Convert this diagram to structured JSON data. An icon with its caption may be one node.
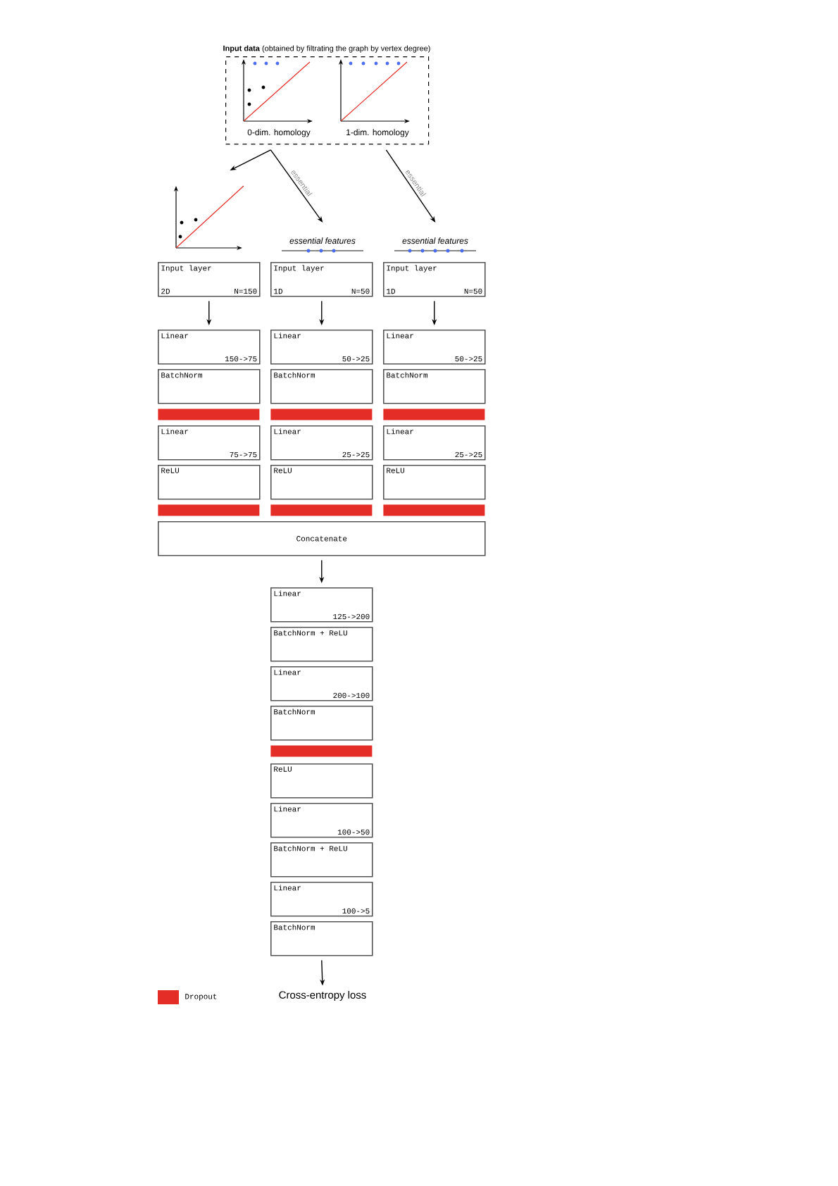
{
  "diagram": {
    "nodes": [
      {
        "text": [
          "**Input data** (obtained by filtrating the graph by vertex degree)"
        ]
      },
      {
        "text": [
          "0-dim. homology"
        ],
        "in": 0
      },
      {
        "text": [
          "1-dim. homology"
        ],
        "in": 0
      },
      {
        "text": [],
        "shape": "picture"
      },
      {
        "text": [
          "essential features"
        ]
      },
      {
        "text": [
          "essential features"
        ]
      },
      {
        "text": [
          "Input layer",
          "2D",
          "N=150"
        ]
      },
      {
        "text": [
          "Input layer",
          "1D",
          "N=50"
        ]
      },
      {
        "text": [
          "Input layer",
          "1D",
          "N=50"
        ]
      },
      {
        "text": [
          "Linear",
          "150->75"
        ]
      },
      {
        "text": [
          "Linear",
          "50->25"
        ]
      },
      {
        "text": [
          "Linear",
          "50->25"
        ]
      },
      {
        "text": [
          "BatchNorm"
        ]
      },
      {
        "text": [
          "BatchNorm"
        ]
      },
      {
        "text": [
          "BatchNorm"
        ]
      },
      {
        "text": [],
        "shape": "bar"
      },
      {
        "text": [],
        "shape": "bar"
      },
      {
        "text": [],
        "shape": "bar"
      },
      {
        "text": [
          "Linear",
          "75->75"
        ]
      },
      {
        "text": [
          "Linear",
          "25->25"
        ]
      },
      {
        "text": [
          "Linear",
          "25->25"
        ]
      },
      {
        "text": [
          "ReLU"
        ]
      },
      {
        "text": [
          "ReLU"
        ]
      },
      {
        "text": [
          "ReLU"
        ]
      },
      {
        "text": [],
        "shape": "bar"
      },
      {
        "text": [],
        "shape": "bar"
      },
      {
        "text": [],
        "shape": "bar"
      },
      {
        "text": [
          "Concatenate"
        ]
      },
      {
        "text": [
          "Linear",
          "125->200"
        ]
      },
      {
        "text": [
          "BatchNorm + ReLU"
        ]
      },
      {
        "text": [
          "Linear",
          "200->100"
        ]
      },
      {
        "text": [
          "BatchNorm"
        ]
      },
      {
        "text": [],
        "shape": "bar"
      },
      {
        "text": [
          "ReLU"
        ]
      },
      {
        "text": [
          "Linear",
          "100->50"
        ]
      },
      {
        "text": [
          "BatchNorm + ReLU"
        ]
      },
      {
        "text": [
          "Linear",
          "100->5"
        ]
      },
      {
        "text": [
          "BatchNorm"
        ]
      },
      {
        "text": [
          "Cross-entropy loss"
        ]
      }
    ],
    "edges": [
      {
        "from": 1,
        "to": 3,
        "arrow": "to"
      },
      {
        "from": 1,
        "to": 4,
        "arrow": "to",
        "label": "essential"
      },
      {
        "from": 2,
        "to": 5,
        "arrow": "to",
        "label": "essential"
      },
      {
        "from": 6,
        "to": 9,
        "arrow": "to"
      },
      {
        "from": 7,
        "to": 10,
        "arrow": "to"
      },
      {
        "from": 8,
        "to": 11,
        "arrow": "to"
      },
      {
        "from": 27,
        "to": 28,
        "arrow": "to"
      },
      {
        "from": 37,
        "to": 38,
        "arrow": "to"
      }
    ],
    "legend": [
      {
        "text": "Dropout",
        "color": "#e52d27"
      }
    ]
  }
}
